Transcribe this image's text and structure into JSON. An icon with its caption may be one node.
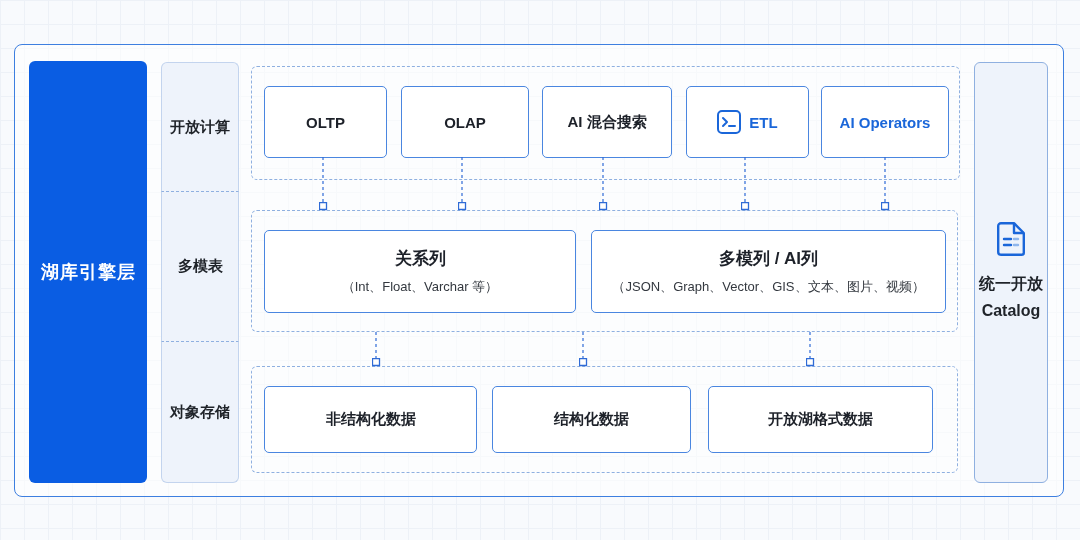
{
  "diagram": {
    "nodes": [
      {
        "text": [
          "湖库引擎层"
        ]
      },
      {
        "text": [
          "开放计算"
        ]
      },
      {
        "text": [],
        "shape": "box"
      },
      {
        "text": [
          "OLTP"
        ],
        "in": 2
      },
      {
        "text": [
          "OLAP"
        ],
        "in": 2
      },
      {
        "text": [
          "AI 混合搜索"
        ],
        "in": 2
      },
      {
        "text": [
          "ETL"
        ],
        "in": 2
      },
      {
        "text": [
          "AI Operators"
        ],
        "in": 2
      },
      {
        "text": [
          "多模表"
        ]
      },
      {
        "text": [],
        "shape": "box"
      },
      {
        "text": [
          "关系列",
          "（Int、Float、Varchar 等）"
        ],
        "in": 9
      },
      {
        "text": [
          "多模列 / AI列",
          "（JSON、Graph、Vector、GIS、文本、图片、视频）"
        ],
        "in": 9
      },
      {
        "text": [
          "对象存储"
        ]
      },
      {
        "text": [],
        "shape": "box"
      },
      {
        "text": [
          "非结构化数据"
        ],
        "in": 13
      },
      {
        "text": [
          "结构化数据"
        ],
        "in": 13
      },
      {
        "text": [
          "开放湖格式数据"
        ],
        "in": 13
      },
      {
        "text": [
          "统一开放 Catalog"
        ]
      }
    ],
    "edges": [
      {
        "from": 3,
        "to": 9,
        "arrow": "other",
        "style": "dashed"
      },
      {
        "from": 4,
        "to": 9,
        "arrow": "other",
        "style": "dashed"
      },
      {
        "from": 5,
        "to": 9,
        "arrow": "other",
        "style": "dashed"
      },
      {
        "from": 6,
        "to": 9,
        "arrow": "other",
        "style": "dashed"
      },
      {
        "from": 7,
        "to": 9,
        "arrow": "other",
        "style": "dashed"
      },
      {
        "from": 9,
        "to": 13,
        "arrow": "other",
        "style": "dashed"
      },
      {
        "from": 9,
        "to": 13,
        "arrow": "other",
        "style": "dashed"
      },
      {
        "from": 9,
        "to": 13,
        "arrow": "other",
        "style": "dashed"
      }
    ]
  }
}
